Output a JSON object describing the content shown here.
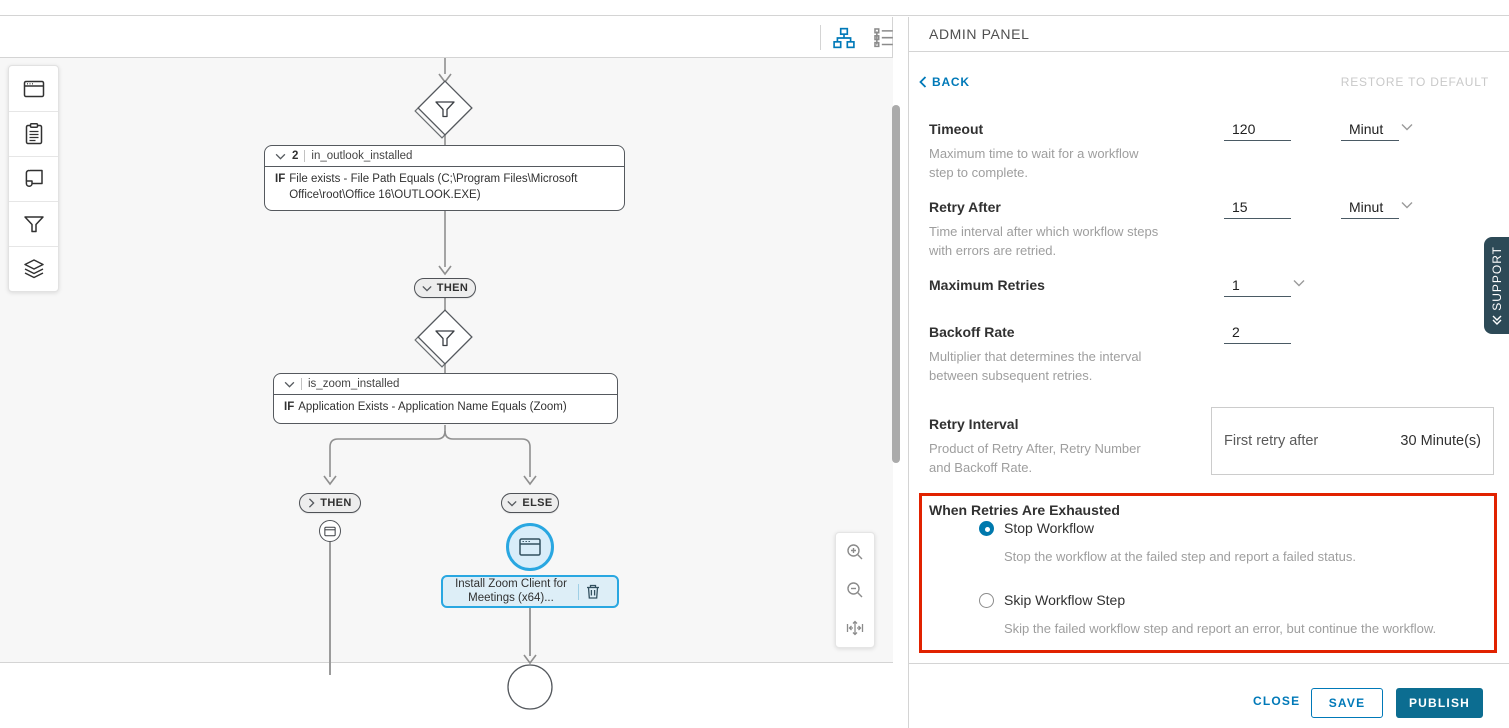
{
  "canvas_toolbar": {
    "tree_view_icon": "org-chart-view",
    "list_view_icon": "list-view"
  },
  "palette": {
    "items": [
      "app-window",
      "clipboard",
      "script",
      "condition-filter",
      "layers"
    ]
  },
  "flow": {
    "node_outlook": {
      "badge": "2",
      "name": "in_outlook_installed",
      "if_label": "IF",
      "body": "File exists - File Path Equals (C;\\Program Files\\Microsoft Office\\root\\Office 16\\OUTLOOK.EXE)"
    },
    "then1": "THEN",
    "node_zoom": {
      "name": "is_zoom_installed",
      "if_label": "IF",
      "body": "Application Exists - Application Name Equals (Zoom)"
    },
    "then2": "THEN",
    "else1": "ELSE",
    "install_node": {
      "label": "Install Zoom Client for Meetings (x64)..."
    }
  },
  "panel": {
    "title": "ADMIN PANEL",
    "back": "BACK",
    "restore": "RESTORE TO DEFAULT",
    "fields": {
      "timeout": {
        "label": "Timeout",
        "desc": "Maximum time to wait for a workflow step to complete.",
        "value": "120",
        "unit": "Minut"
      },
      "retry_after": {
        "label": "Retry After",
        "desc": "Time interval after which workflow steps with errors are retried.",
        "value": "15",
        "unit": "Minut"
      },
      "max_retries": {
        "label": "Maximum Retries",
        "value": "1"
      },
      "backoff": {
        "label": "Backoff Rate",
        "desc": "Multiplier that determines the interval between subsequent retries.",
        "value": "2"
      },
      "retry_interval": {
        "label": "Retry Interval",
        "desc": "Product of Retry After, Retry Number and Backoff Rate.",
        "first_retry_label": "First retry after",
        "first_retry_value": "30 Minute(s)"
      },
      "exhausted": {
        "label": "When Retries Are Exhausted",
        "options": [
          {
            "label": "Stop Workflow",
            "desc": "Stop the workflow at the failed step and report a failed status.",
            "selected": true
          },
          {
            "label": "Skip Workflow Step",
            "desc": "Skip the failed workflow step and report an error, but continue the workflow.",
            "selected": false
          }
        ]
      }
    },
    "footer": {
      "close": "CLOSE",
      "save": "SAVE",
      "publish": "PUBLISH"
    },
    "support": "SUPPORT"
  },
  "colors": {
    "accent_blue": "#0079b8",
    "highlight_blue": "#29a7e1",
    "publish_bg": "#0c6d91",
    "alert_red": "#e12200",
    "support_bg": "#2d4a57",
    "canvas_bg": "#f7f7f7"
  }
}
